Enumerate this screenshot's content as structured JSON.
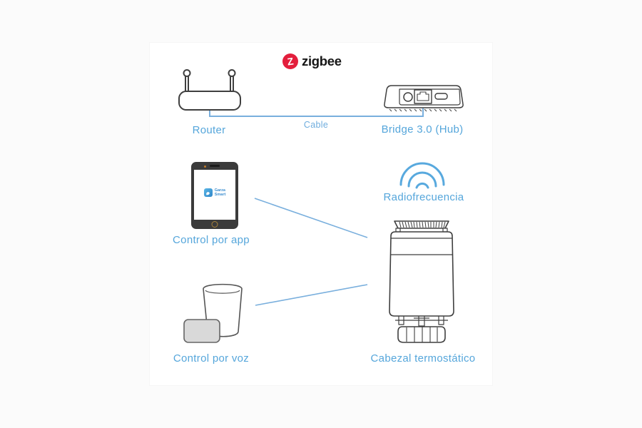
{
  "logo": {
    "brand": "zigbee",
    "z_glyph": "Z"
  },
  "connections": {
    "cable_label": "Cable"
  },
  "devices": {
    "router": {
      "label": "Router"
    },
    "bridge": {
      "label": "Bridge 3.0 (Hub)"
    },
    "app": {
      "label": "Control por app",
      "icon_line1": "Garza",
      "icon_line2": "Smart"
    },
    "rf": {
      "label": "Radiofrecuencia"
    },
    "voice": {
      "label": "Control por voz"
    },
    "valve": {
      "label": "Cabezal termostático"
    }
  },
  "colors": {
    "label_blue": "#55a6db",
    "line_blue": "#79afdd",
    "zigbee_red": "#e31e3c",
    "wordmark_black": "#161616",
    "outline_gray": "#3f3f3f"
  }
}
